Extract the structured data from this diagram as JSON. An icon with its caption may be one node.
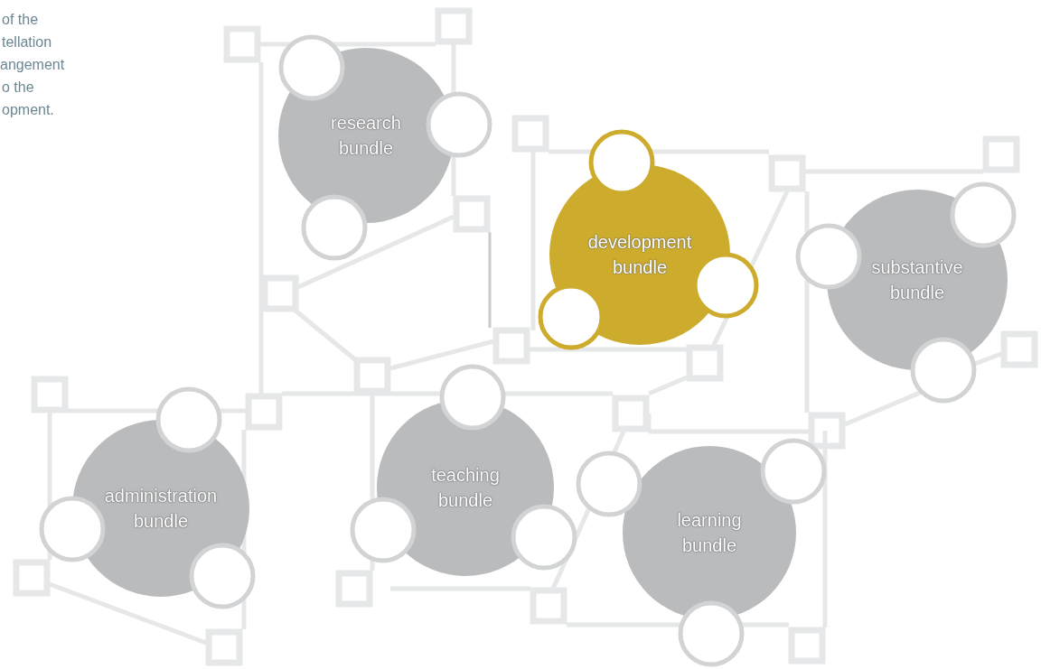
{
  "diagram": {
    "nodes": [
      {
        "text": [
          "research bundle"
        ]
      },
      {
        "text": [
          "development bundle"
        ]
      },
      {
        "text": [
          "substantive bundle"
        ]
      },
      {
        "text": [
          "administration bundle"
        ]
      },
      {
        "text": [
          "teaching bundle"
        ]
      },
      {
        "text": [
          "learning bundle"
        ]
      }
    ],
    "labels": [
      "of the",
      "tellation",
      "angement",
      "o the",
      "opment."
    ]
  }
}
